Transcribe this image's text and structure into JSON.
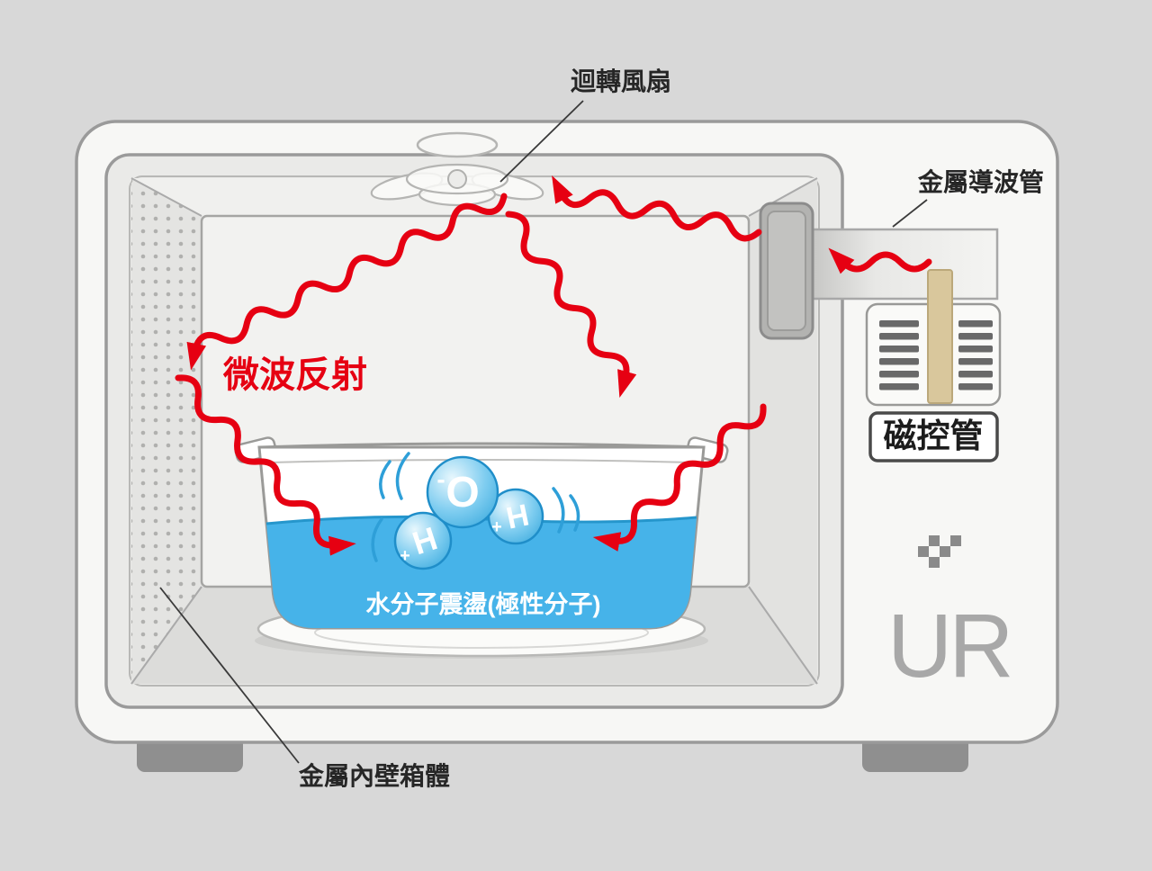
{
  "labels": {
    "fan": "迴轉風扇",
    "waveguide": "金屬導波管",
    "reflection": "微波反射",
    "magnetron": "磁控管",
    "water_caption": "水分子震盪(極性分子)",
    "inner_wall": "金屬內壁箱體"
  },
  "molecule": {
    "o": "O",
    "h_left": "H",
    "h_right": "H",
    "minus": "-",
    "plus_left": "+",
    "plus_right": "+"
  },
  "logo_text": "UR",
  "colors": {
    "arrow_red": "#e60012",
    "water_blue": "#46b3e9",
    "molecule_blue": "#2e9fd8",
    "background": "#d8d8d8",
    "body": "#f7f7f5"
  }
}
